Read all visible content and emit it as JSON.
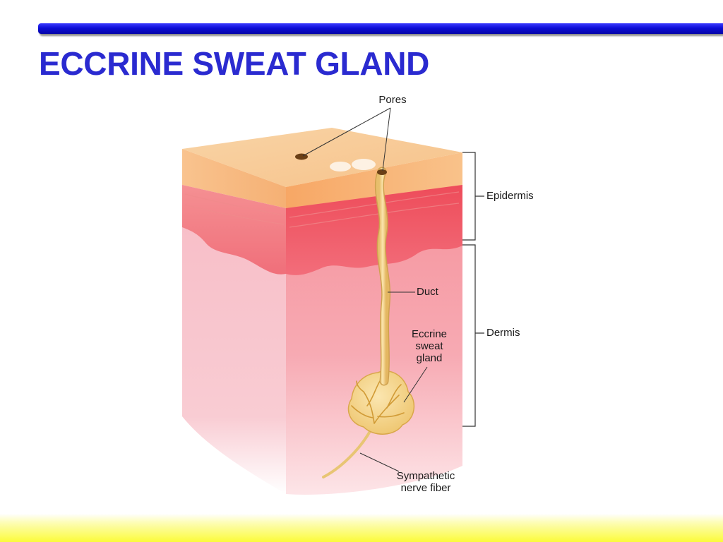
{
  "slide": {
    "title": "ECCRINE SWEAT GLAND",
    "title_color": "#2a2ad0",
    "accent_bar_color": "#0d0dd6",
    "footer_color": "#fbfb3a"
  },
  "diagram": {
    "labels": {
      "pores": "Pores",
      "epidermis": "Epidermis",
      "duct": "Duct",
      "gland_line1": "Eccrine",
      "gland_line2": "sweat",
      "gland_line3": "gland",
      "dermis": "Dermis",
      "nerve_line1": "Sympathetic",
      "nerve_line2": "nerve fiber"
    },
    "colors": {
      "epidermis_top": "#f7c792",
      "epidermis_side": "#f6b67c",
      "dermis_top_layer": "#f06a78",
      "dermis_lower": "#f7b9c2",
      "gland": "#f3d58a",
      "duct": "#f2d48e"
    }
  }
}
